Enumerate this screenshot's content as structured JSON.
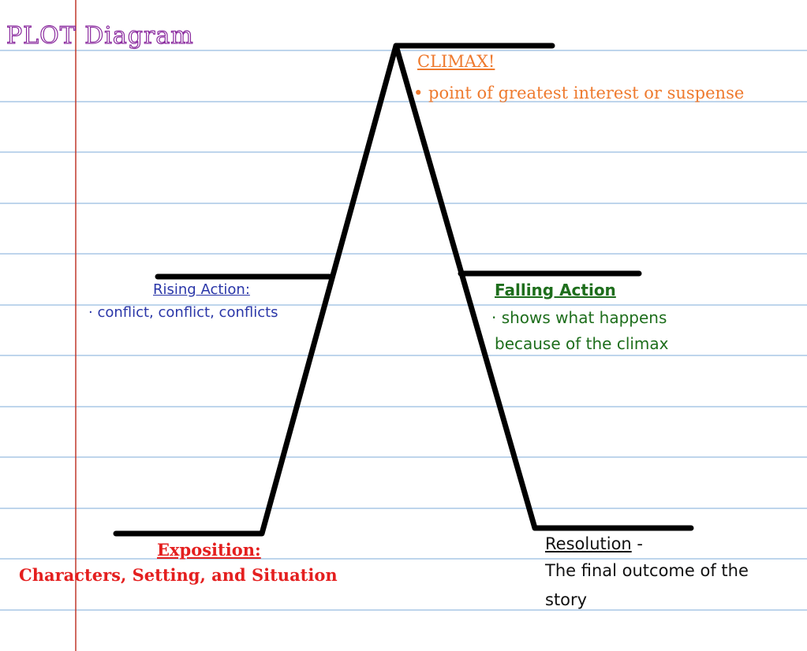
{
  "title": "PLOT Diagram",
  "colors": {
    "ruled_line": "#a9c7e6",
    "margin_line": "#c0392b",
    "plot_line": "#000000",
    "title": "#8a2a9e",
    "climax": "#ee7a2e",
    "rising": "#2a36a8",
    "falling": "#1e6e1c",
    "exposition": "#e41f1f",
    "resolution": "#111111"
  },
  "climax": {
    "heading": "CLIMAX!",
    "bullet": "•  point of greatest interest or suspense"
  },
  "rising_action": {
    "heading": "Rising Action:",
    "bullet": "·  conflict, conflict, conflicts"
  },
  "falling_action": {
    "heading": "Falling Action",
    "line1": "· shows what happens",
    "line2": "because of the climax"
  },
  "exposition": {
    "heading": "Exposition:",
    "subtitle": "Characters, Setting, and Situation"
  },
  "resolution": {
    "heading": "Resolution",
    "dash": " -",
    "line1": "The final outcome of the",
    "line2": "story"
  }
}
